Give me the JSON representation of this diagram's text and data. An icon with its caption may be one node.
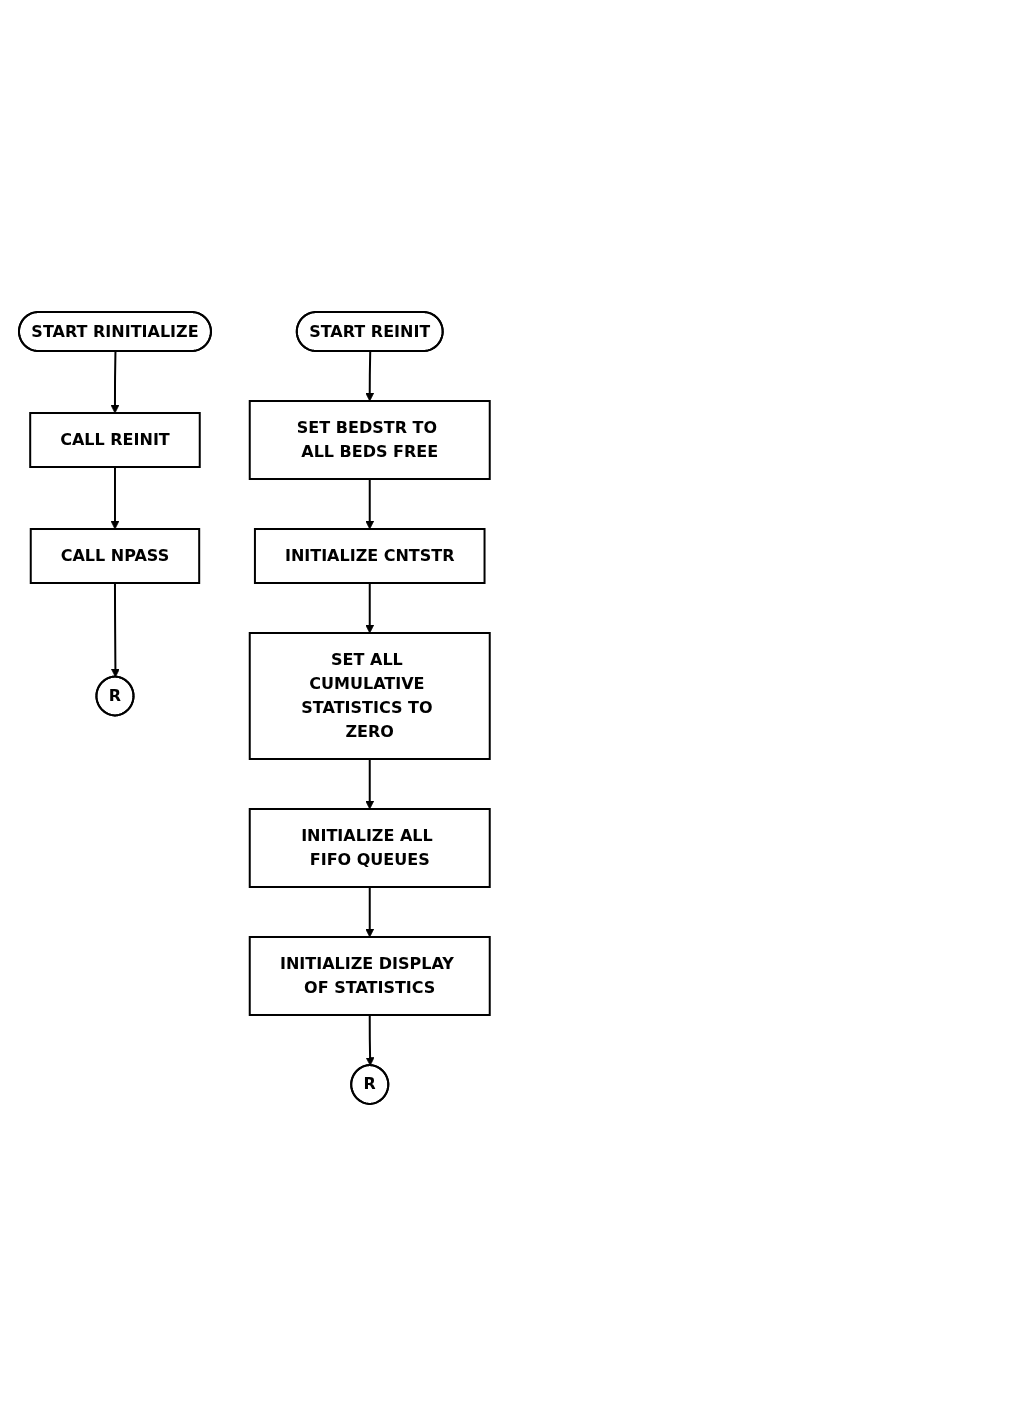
{
  "diagram": {
    "nodes": [
      {
        "text": [
          "START RINITIALIZE"
        ]
      },
      {
        "text": [
          "CALL REINIT"
        ]
      },
      {
        "text": [
          "CALL NPASS"
        ]
      },
      {
        "text": [
          "R"
        ]
      },
      {
        "text": [
          "START REINIT"
        ]
      },
      {
        "text": [
          "SET BEDSTR TO ALL BEDS FREE"
        ]
      },
      {
        "text": [
          "INITIALIZE CNTSTR"
        ]
      },
      {
        "text": [
          "SET ALL CUMULATIVE STATISTICS TO ZERO"
        ]
      },
      {
        "text": [
          "INITIALIZE ALL FIFO QUEUES"
        ]
      },
      {
        "text": [
          "INITIALIZE DISPLAY OF STATISTICS"
        ]
      },
      {
        "text": [
          "R"
        ]
      }
    ],
    "edges": [
      {
        "from": 0,
        "to": 1,
        "arrow": "to"
      },
      {
        "from": 1,
        "to": 2,
        "arrow": "to"
      },
      {
        "from": 2,
        "to": 3,
        "arrow": "to"
      },
      {
        "from": 4,
        "to": 5,
        "arrow": "to"
      },
      {
        "from": 5,
        "to": 6,
        "arrow": "to"
      },
      {
        "from": 6,
        "to": 7,
        "arrow": "to"
      },
      {
        "from": 7,
        "to": 8,
        "arrow": "to"
      },
      {
        "from": 8,
        "to": 9,
        "arrow": "to"
      },
      {
        "from": 9,
        "to": 10,
        "arrow": "to"
      }
    ]
  }
}
